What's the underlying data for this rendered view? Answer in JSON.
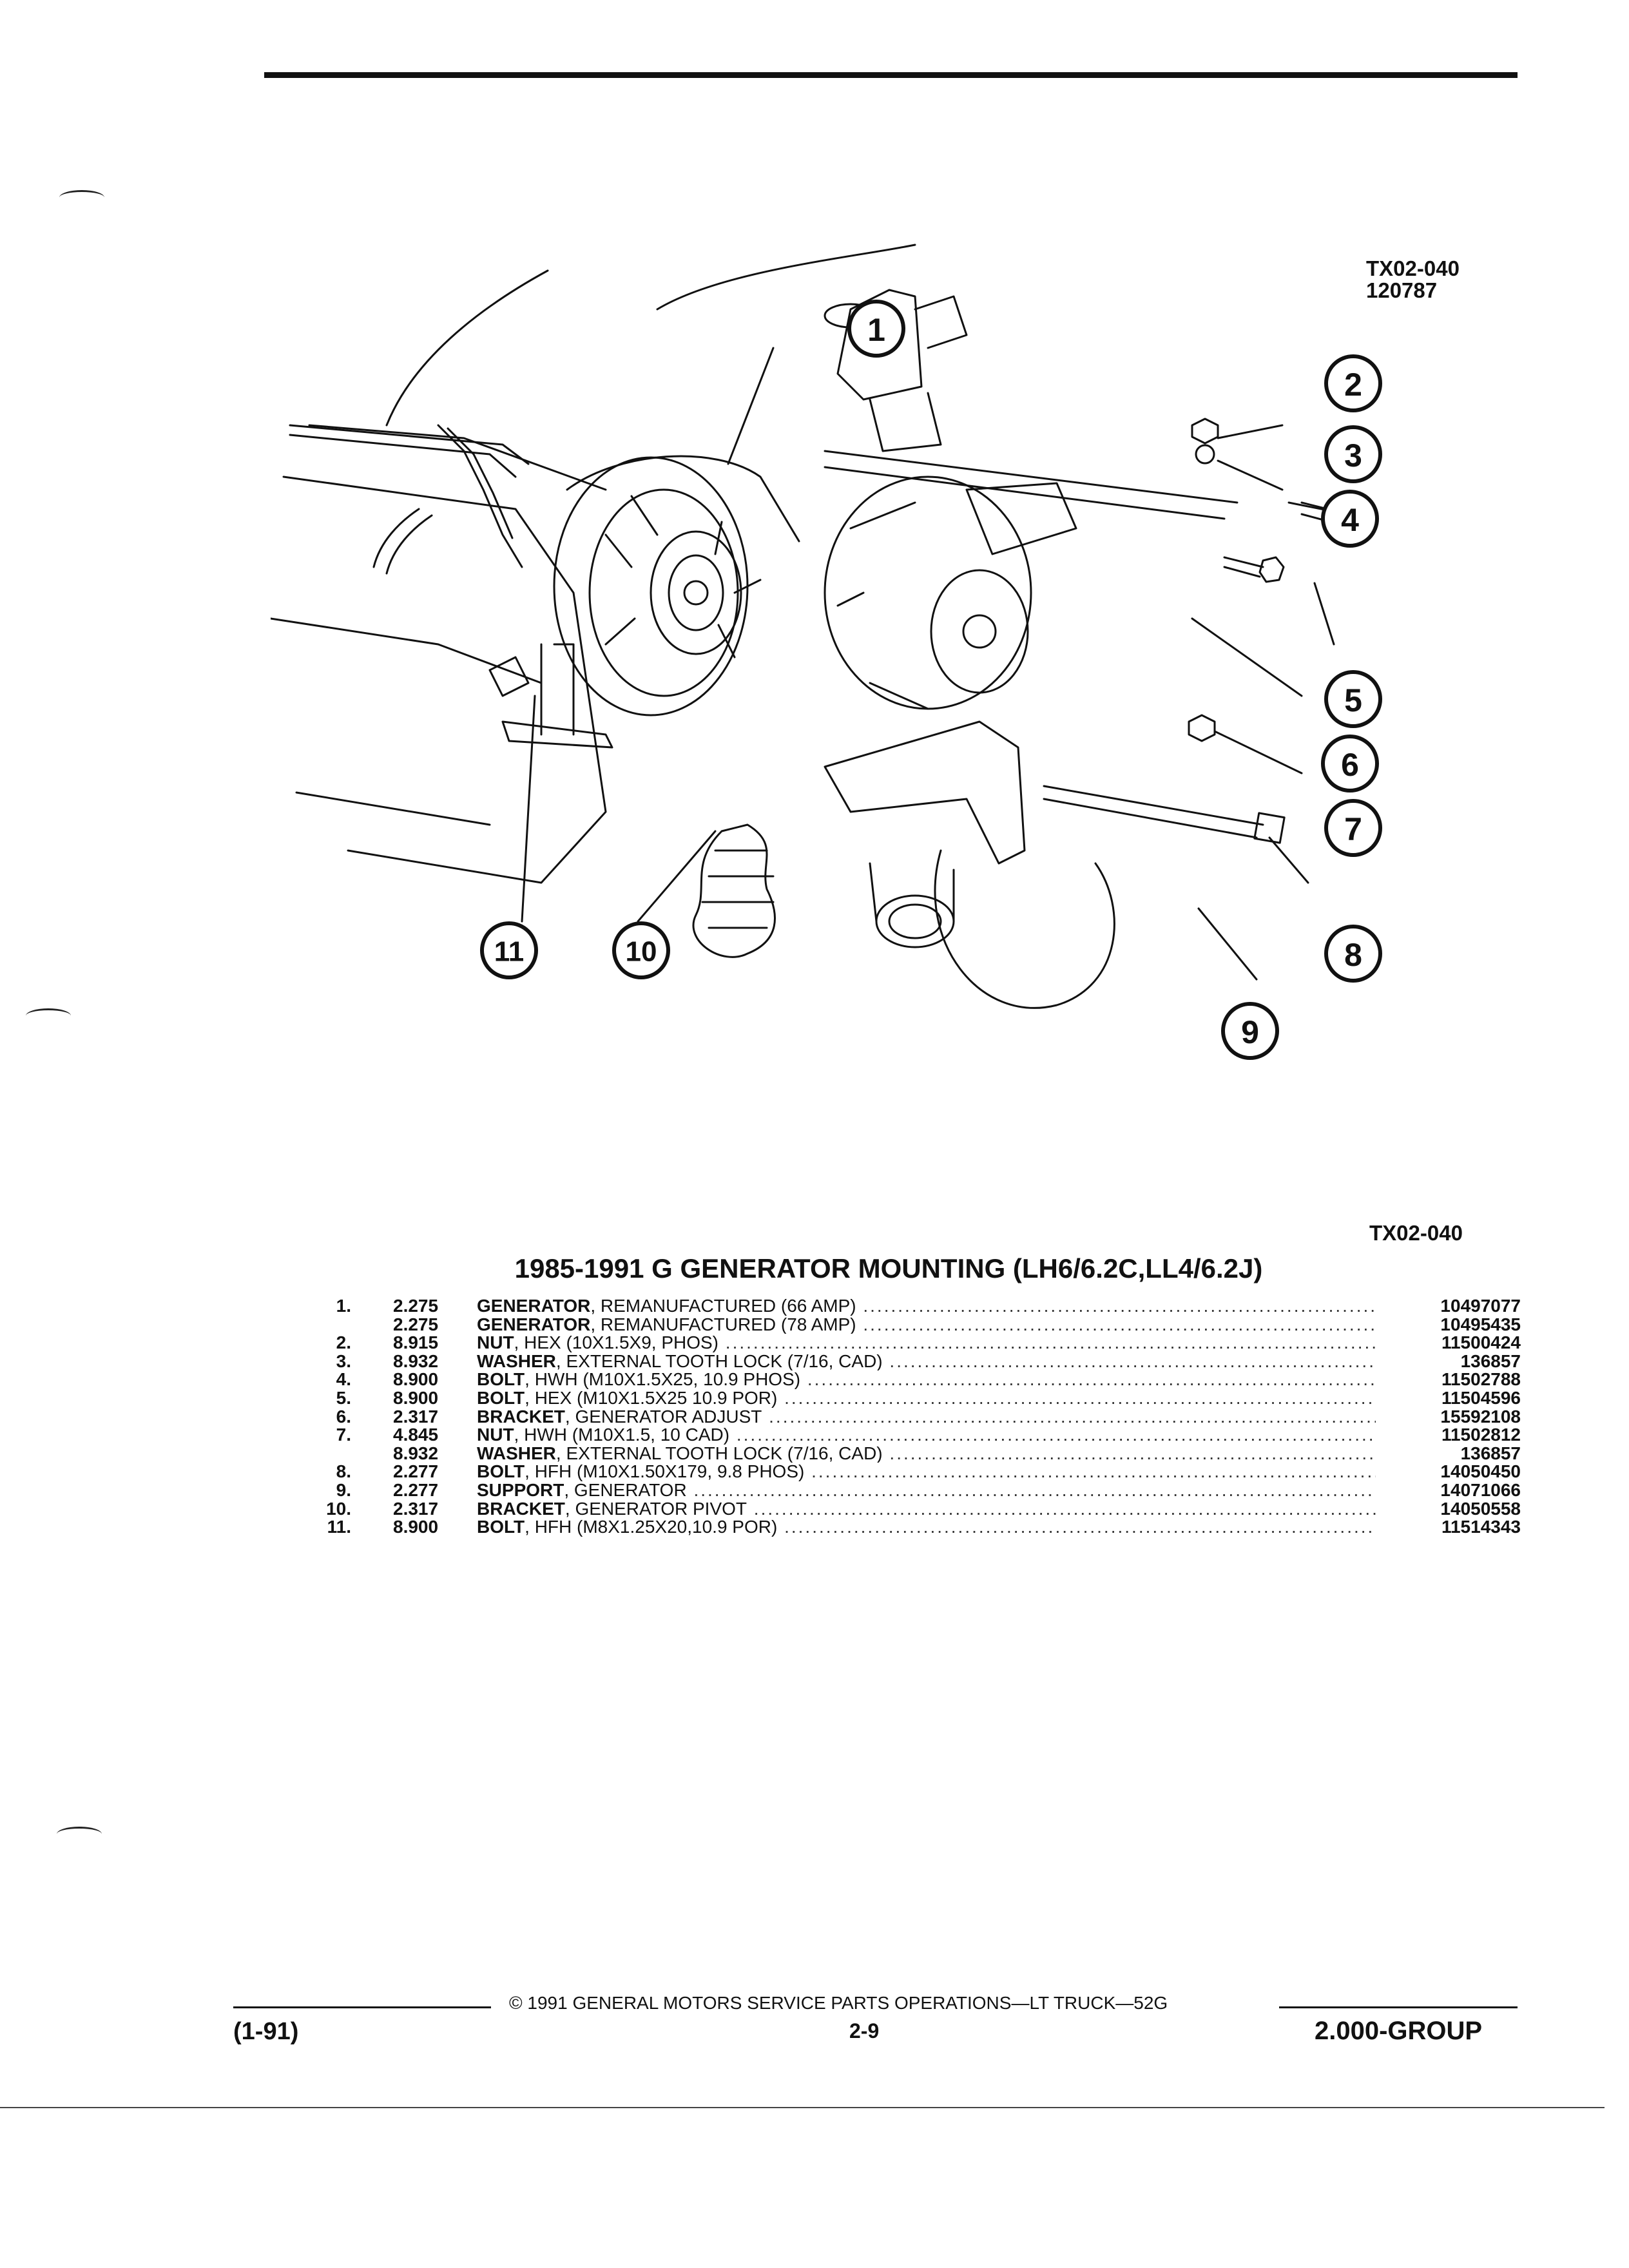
{
  "figure": {
    "code": "TX02-040",
    "date_code": "120787",
    "bottom_code": "TX02-040",
    "callouts": [
      "1",
      "2",
      "3",
      "4",
      "5",
      "6",
      "7",
      "8",
      "9",
      "10",
      "11"
    ]
  },
  "title": "1985-1991 G GENERATOR MOUNTING (LH6/6.2C,LL4/6.2J)",
  "parts": [
    {
      "num": "1.",
      "cat": "2.275",
      "name": "GENERATOR",
      "spec": ", REMANUFACTURED (66 AMP)",
      "pn": "10497077"
    },
    {
      "num": "",
      "cat": "2.275",
      "name": "GENERATOR",
      "spec": ", REMANUFACTURED (78 AMP)",
      "pn": "10495435"
    },
    {
      "num": "2.",
      "cat": "8.915",
      "name": "NUT",
      "spec": ", HEX (10X1.5X9, PHOS)",
      "pn": "11500424"
    },
    {
      "num": "3.",
      "cat": "8.932",
      "name": "WASHER",
      "spec": ", EXTERNAL TOOTH LOCK (7/16, CAD)",
      "pn": "136857"
    },
    {
      "num": "4.",
      "cat": "8.900",
      "name": "BOLT",
      "spec": ", HWH (M10X1.5X25, 10.9 PHOS)",
      "pn": "11502788"
    },
    {
      "num": "5.",
      "cat": "8.900",
      "name": "BOLT",
      "spec": ", HEX (M10X1.5X25 10.9 POR)",
      "pn": "11504596"
    },
    {
      "num": "6.",
      "cat": "2.317",
      "name": "BRACKET",
      "spec": ", GENERATOR ADJUST",
      "pn": "15592108"
    },
    {
      "num": "7.",
      "cat": "4.845",
      "name": "NUT",
      "spec": ", HWH (M10X1.5, 10 CAD)",
      "pn": "11502812"
    },
    {
      "num": "",
      "cat": "8.932",
      "name": "WASHER",
      "spec": ", EXTERNAL TOOTH LOCK (7/16, CAD)",
      "pn": "136857"
    },
    {
      "num": "8.",
      "cat": "2.277",
      "name": "BOLT",
      "spec": ", HFH (M10X1.50X179, 9.8 PHOS)",
      "pn": "14050450"
    },
    {
      "num": "9.",
      "cat": "2.277",
      "name": "SUPPORT",
      "spec": ", GENERATOR",
      "pn": "14071066"
    },
    {
      "num": "10.",
      "cat": "2.317",
      "name": "BRACKET",
      "spec": ", GENERATOR PIVOT",
      "pn": "14050558"
    },
    {
      "num": "11.",
      "cat": "8.900",
      "name": "BOLT",
      "spec": ", HFH (M8X1.25X20,10.9 POR)",
      "pn": "11514343"
    }
  ],
  "footer": {
    "copyright": "© 1991 GENERAL MOTORS SERVICE PARTS OPERATIONS—LT TRUCK—52G",
    "date": "(1-91)",
    "page": "2-9",
    "group": "2.000-GROUP"
  }
}
